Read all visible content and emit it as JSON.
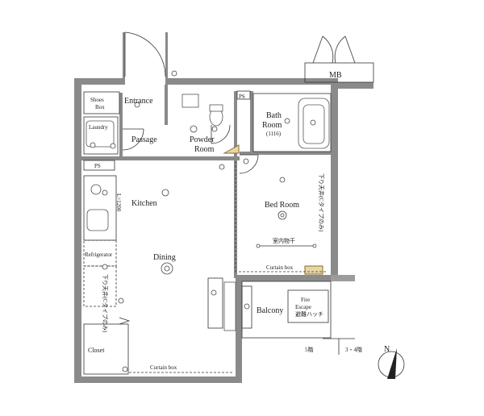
{
  "rooms": {
    "entrance": "Entrance",
    "shoes_box_line1": "Shoes",
    "shoes_box_line2": "Box",
    "laundry": "Laundry",
    "passage": "Passage",
    "powder_room_line1": "Powder",
    "powder_room_line2": "Room",
    "bath_room_line1": "Bath",
    "bath_room_line2": "Room",
    "bath_room_size": "(1116)",
    "kitchen": "Kitchen",
    "dining": "Dining",
    "bed_room": "Bed Room",
    "balcony": "Balcony",
    "fire_escape_line1": "Fire",
    "fire_escape_line2": "Escape",
    "fire_escape_line3": "避難ハッチ",
    "closet": "Closet",
    "refrigerator": "Refrigerator",
    "mb": "MB"
  },
  "annotations": {
    "ps_top": "PS",
    "ps_left": "PS",
    "curtain_box_bedroom": "Curtain box",
    "curtain_box_dining": "Curtain box",
    "ceiling_height": "L=1200",
    "indoor_dryer": "室内物干",
    "lowered_ceiling_bed": "下り天井(Cタイプのみ)",
    "lowered_ceiling_dining": "下り天井(Cタイプのみ)",
    "floor_5": "5階",
    "floor_3_4": "3・4階"
  },
  "compass": {
    "label": "N"
  }
}
